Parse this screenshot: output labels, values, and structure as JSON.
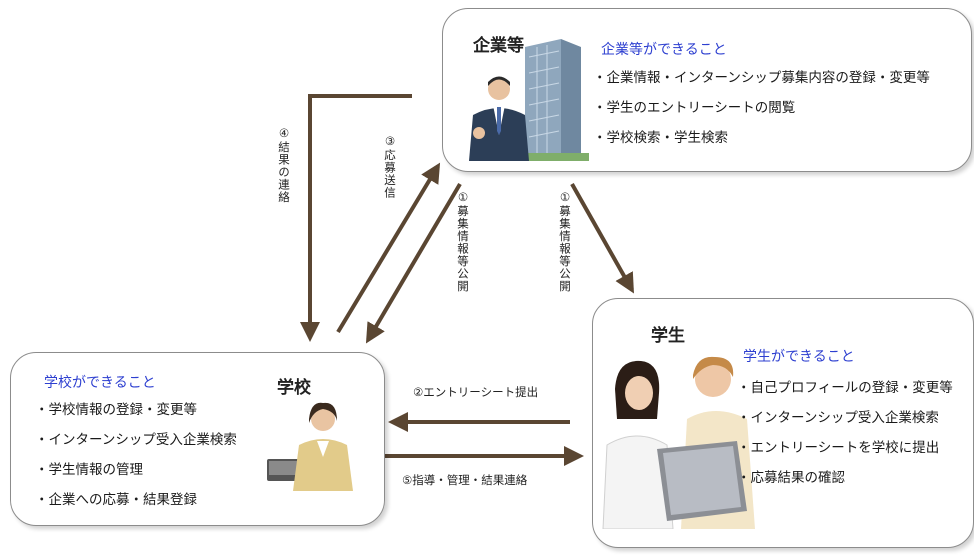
{
  "company": {
    "title": "企業等",
    "caption": "企業等ができること",
    "items": [
      "企業情報・インターンシップ募集内容の登録・変更等",
      "学生のエントリーシートの閲覧",
      "学校検索・学生検索"
    ]
  },
  "school": {
    "title": "学校",
    "caption": "学校ができること",
    "items": [
      "学校情報の登録・変更等",
      "インターンシップ受入企業検索",
      "学生情報の管理",
      "企業への応募・結果登録"
    ]
  },
  "student": {
    "title": "学生",
    "caption": "学生ができること",
    "items": [
      "自己プロフィールの登録・変更等",
      "インターンシップ受入企業検索",
      "エントリーシートを学校に提出",
      "応募結果の確認"
    ]
  },
  "flows": {
    "result_contact": "④結果の連絡",
    "apply_send": "③応募送信",
    "publish_to_school": "①募集情報等公開",
    "publish_to_student": "①募集情報等公開",
    "entry_sheet": "②エントリーシート提出",
    "guidance": "⑤指導・管理・結果連絡"
  },
  "colors": {
    "arrow": "#5a4632",
    "caption": "#2d3fd0"
  }
}
